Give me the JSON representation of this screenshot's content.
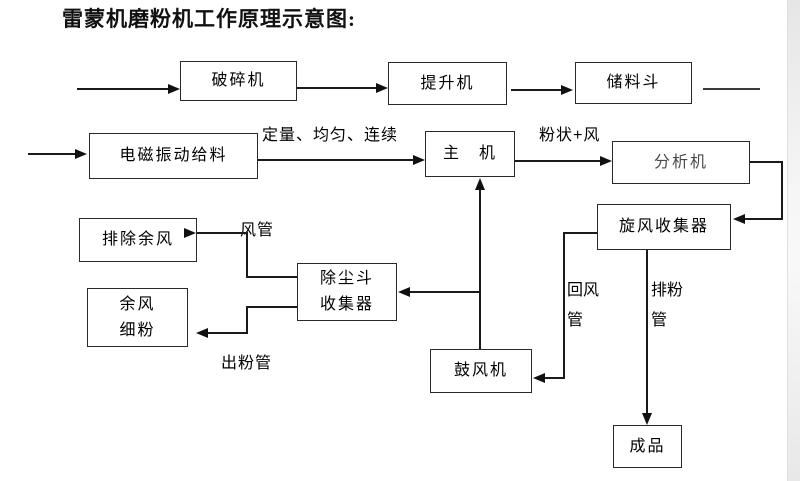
{
  "title": "雷蒙机磨粉机工作原理示意图:",
  "boxes": {
    "crusher": "破碎机",
    "elevator": "提升机",
    "hopper": "储料斗",
    "feeder": "电磁振动给料",
    "main_machine": "主　机",
    "analyzer": "分析机",
    "cyclone_collector": "旋风收集器",
    "exhaust_residual_wind": "排除余风",
    "residual_fine": {
      "line1": "余风",
      "line2": "细粉"
    },
    "dust_collector": {
      "line1": "除尘斗",
      "line2": "收集器"
    },
    "blower": "鼓风机",
    "finished_product": "成品"
  },
  "labels": {
    "flow_quality": "定量、均匀、连续",
    "powder_plus_wind": "粉状+风",
    "wind_pipe": "风管",
    "powder_out_pipe": "出粉管",
    "return_wind_pipe": {
      "line1": "回风",
      "line2": "管"
    },
    "powder_discharge_pipe": {
      "line1": "排粉",
      "line2": "管"
    }
  },
  "colors": {
    "line": "#1a1a1a",
    "text": "#000000",
    "background": "#ffffff",
    "scroll_strip": "#ececec"
  }
}
